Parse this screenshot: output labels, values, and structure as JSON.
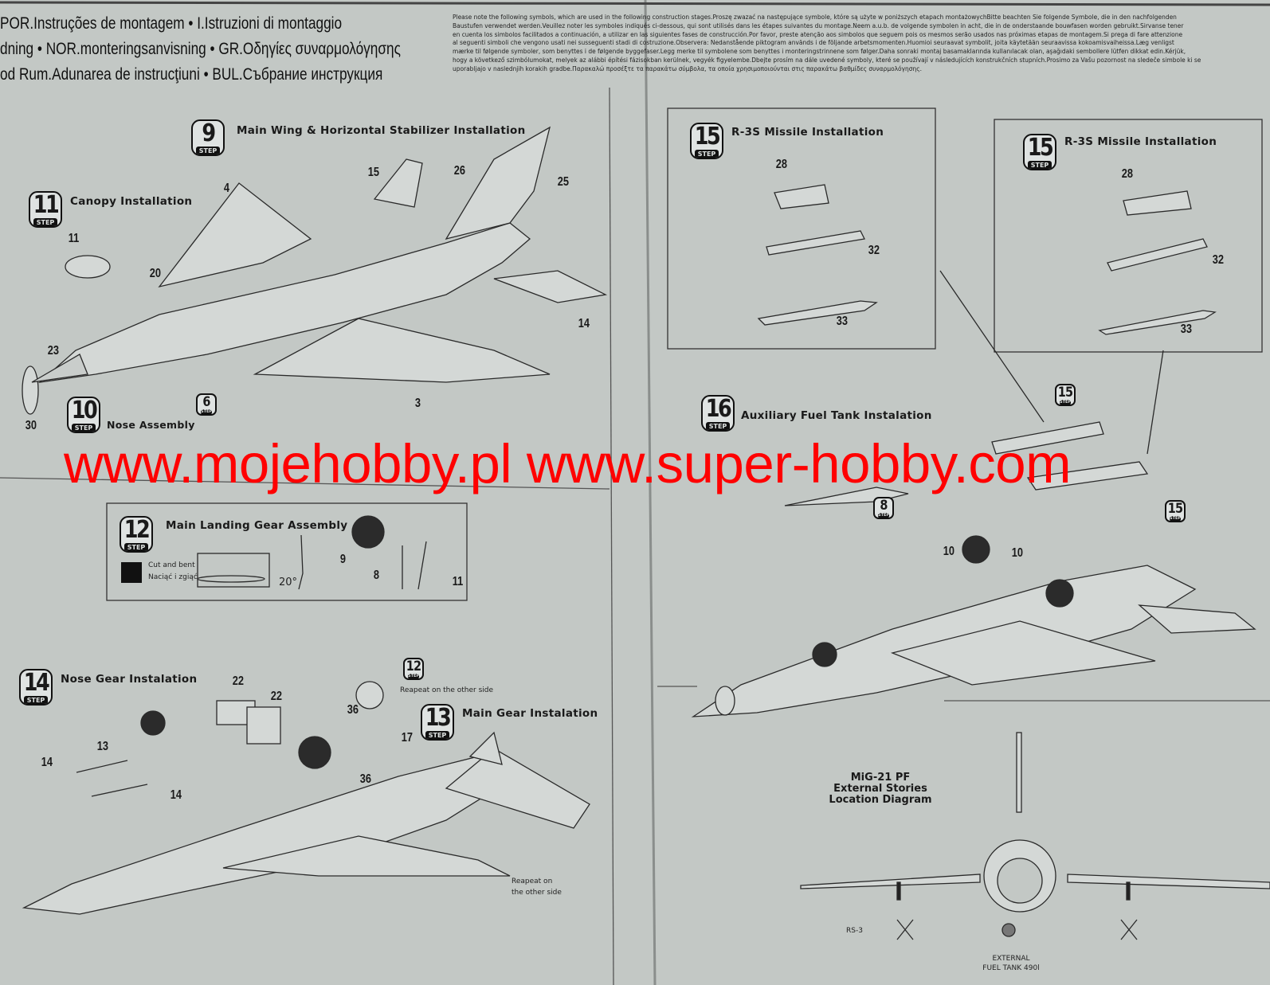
{
  "header": {
    "lines": [
      "POR.Instruções de montagem • I.Istruzioni di montaggio",
      "dning • NOR.monteringsanvisning  • GR.Οδηγίες συναρμολόγησης",
      "od  Rum.Adunarea de instrucţiuni • BUL.Събрание инструкция"
    ]
  },
  "symbol_note": {
    "lines": [
      "Please note the following symbols, which are used in the following construction stages.Proszę zwazać na następujące symbole, które są użyte w poniższych etapach montażowychBitte beachten Sie folgende Symbole, die in den nachfolgenden",
      "Baustufen verwendet werden.Veuillez noter les symboles indiqués ci-dessous, qui sont utilisés dans les étapes suivantes du montage.Neem a.u.b. de volgende symbolen in acht, die in de onderstaande bouwfasen worden gebruikt.Sirvanse tener",
      "en cuenta los simbolos facilitados a continuación, a utilizar en las siguientes fases de construcción.Por favor, preste atenção aos simbolos que seguem pois os mesmos serão usados nas próximas etapas de montagem.Si prega di fare attenzione",
      "al seguenti simboli che vengono usati nei susseguenti stadi di costruzione.Observera: Nedanstående piktogram används i de följande arbetsmomenten.Huomioi seuraavat symbolit, joita käytetään seuraavissa kokoamisvaiheissa.Læg venligst",
      "mærke til følgende symboler, som benyttes i de følgende byggefaser.Legg merke til symbolene som benyttes i monteringstrinnene som følger.Daha sonraki montaj basamaklarında kullanılacak olan, aşağıdaki sembollere lütfen dikkat edin.Kérjük,",
      "hogy a következő szimbólumokat, melyek az alábbi építési fázisokban kerülnek, vegyék figyelembe.Dbejte prosím na dále uvedené symboly, které se používají v následujících konstrukčních stupních.Prosimo za Vašu pozornost na sledeče simbole ki se",
      "uporabljajo v naslednjih korakih gradbe.Παρακαλώ προσέξτε τα παρακάτω σύμβολα, τα οποία χρησιμοποιούνται στις παρακάτω βαθμίδες συναρμολόγησης."
    ]
  },
  "step_label": "STEP",
  "steps": [
    {
      "number": "9",
      "title": "Main Wing & Horizontal Stabilizer Installation"
    },
    {
      "number": "11",
      "title": "Canopy Installation"
    },
    {
      "number": "10",
      "title": "Nose Assembly"
    },
    {
      "number": "12",
      "title": "Main Landing Gear Assembly"
    },
    {
      "number": "14",
      "title": "Nose Gear Instalation"
    },
    {
      "number": "13",
      "title": "Main Gear Instalation"
    },
    {
      "number": "15",
      "title": "R-3S Missile Installation"
    },
    {
      "number": "15",
      "title": "R-3S Missile Installation"
    },
    {
      "number": "16",
      "title": "Auxiliary Fuel Tank Instalation"
    }
  ],
  "ref_badges": [
    "6",
    "12",
    "15",
    "8",
    "15"
  ],
  "parts": {
    "step9": [
      "15",
      "26",
      "25",
      "4",
      "11",
      "20",
      "23",
      "30",
      "14",
      "3"
    ],
    "step15a": [
      "28",
      "32",
      "33"
    ],
    "step15b": [
      "28",
      "32",
      "33"
    ],
    "step16": [
      "10",
      "10"
    ],
    "step12": [
      "9",
      "8",
      "11"
    ],
    "step14_13": [
      "22",
      "22",
      "36",
      "17",
      "13",
      "14",
      "14",
      "36"
    ]
  },
  "callouts": {
    "cut_bent": "Cut and bent",
    "cut_bent_pl": "Naciąć i zgiąć",
    "angle": "20°",
    "repeat1": "Reapeat on the other side",
    "repeat2a": "Reapeat on",
    "repeat2b": "the other side"
  },
  "diagram": {
    "title1": "MiG-21 PF",
    "title2": "External Stories",
    "title3": "Location Diagram",
    "rs3": "RS-3",
    "tank1": "EXTERNAL",
    "tank2": "FUEL TANK 490l"
  },
  "watermark": "www.mojehobby.pl www.super-hobby.com"
}
